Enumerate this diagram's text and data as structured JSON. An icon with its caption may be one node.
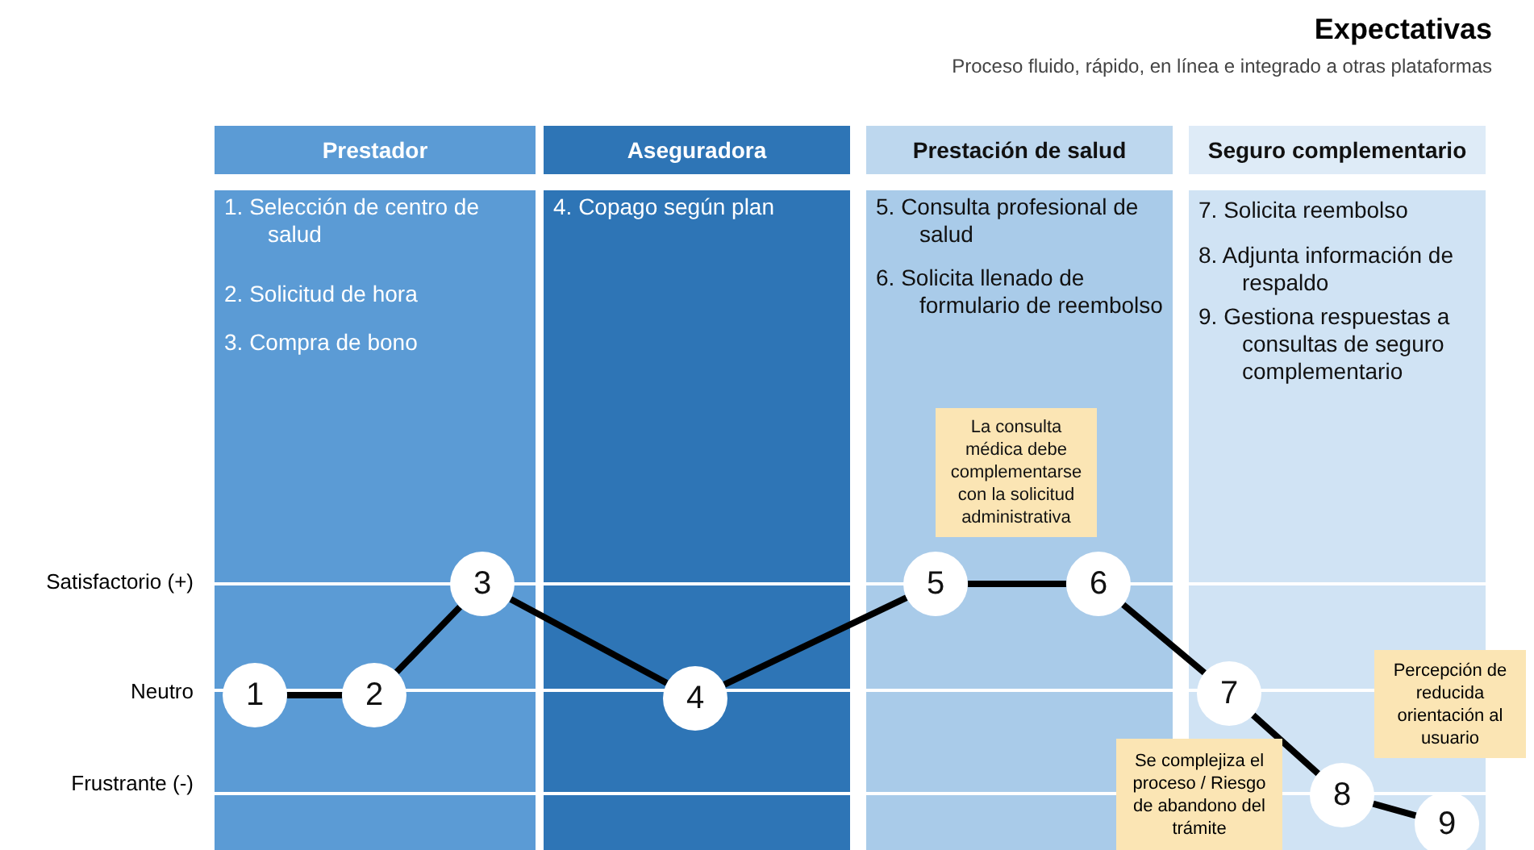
{
  "diagram": {
    "title": "Expectativas",
    "caption": "Proceso fluido, rápido, en línea e integrado a otras plataformas",
    "nodes": [
      {
        "text": [
          "Prestador",
          "1. Selección de centro de salud",
          "2. Solicitud de hora",
          "3. Compra de bono"
        ]
      },
      {
        "text": [
          "Aseguradora",
          "4. Copago según plan"
        ]
      },
      {
        "text": [
          "Prestación de salud",
          "5. Consulta profesional de salud",
          "6. Solicita llenado de formulario de reembolso"
        ]
      },
      {
        "text": [
          "Seguro complementario",
          "7. Solicita reembolso",
          "8. Adjunta información de respaldo",
          "9. Gestiona respuestas a consultas de seguro complementario"
        ]
      },
      {
        "text": [
          "1"
        ],
        "in": 0
      },
      {
        "text": [
          "2"
        ],
        "in": 0
      },
      {
        "text": [
          "3"
        ],
        "in": 0
      },
      {
        "text": [
          "4"
        ],
        "in": 1
      },
      {
        "text": [
          "5"
        ],
        "in": 2
      },
      {
        "text": [
          "6"
        ],
        "in": 2
      },
      {
        "text": [
          "7"
        ],
        "in": 3
      },
      {
        "text": [
          "8"
        ],
        "in": 3
      },
      {
        "text": [
          "9"
        ],
        "in": 3
      },
      {
        "text": [
          "La consulta médica debe complementarse con la solicitud administrativa"
        ],
        "in": 2
      },
      {
        "text": [
          "Se complejiza el proceso / Riesgo de abandono del trámite"
        ]
      },
      {
        "text": [
          "Percepción de reducida orientación al usuario"
        ]
      }
    ],
    "edges": [
      {
        "from": 4,
        "to": 5,
        "arrow": "none"
      },
      {
        "from": 5,
        "to": 6,
        "arrow": "none"
      },
      {
        "from": 6,
        "to": 7,
        "arrow": "none"
      },
      {
        "from": 7,
        "to": 8,
        "arrow": "none"
      },
      {
        "from": 8,
        "to": 9,
        "arrow": "none"
      },
      {
        "from": 9,
        "to": 10,
        "arrow": "none"
      },
      {
        "from": 10,
        "to": 11,
        "arrow": "none"
      },
      {
        "from": 11,
        "to": 12,
        "arrow": "none"
      }
    ],
    "labels": [
      "Satisfactorio (+)",
      "Neutro",
      "Frustrante (-)"
    ]
  }
}
